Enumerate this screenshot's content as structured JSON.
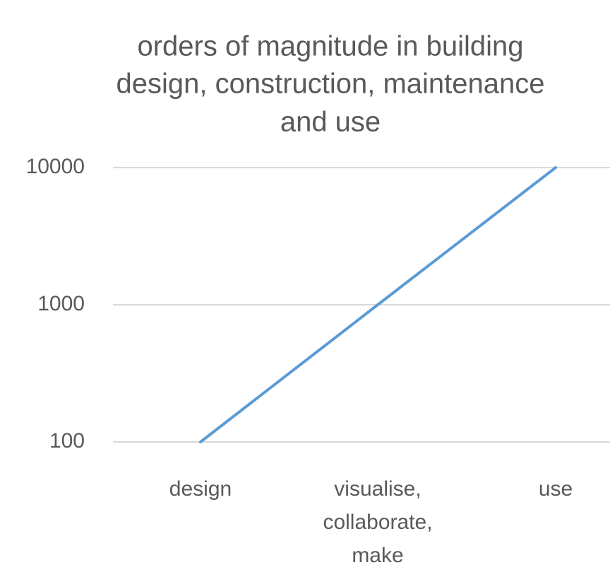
{
  "chart_data": {
    "type": "line",
    "title_lines": [
      "orders of magnitude in building",
      "design, construction, maintenance",
      "and use"
    ],
    "categories": [
      [
        "design"
      ],
      [
        "visualise,",
        "collaborate,",
        "make"
      ],
      [
        "use"
      ]
    ],
    "series": [
      {
        "values": [
          100,
          1000,
          10000
        ]
      }
    ],
    "y_scale": "log",
    "ylim": [
      100,
      10000
    ],
    "y_ticks": [
      100,
      1000,
      10000
    ],
    "y_tick_labels": [
      "100",
      "1000",
      "10000"
    ],
    "grid": true,
    "legend": "none",
    "colors": {
      "series": "#5b9bd5",
      "grid": "#d9d9d9",
      "text": "#595959"
    }
  }
}
